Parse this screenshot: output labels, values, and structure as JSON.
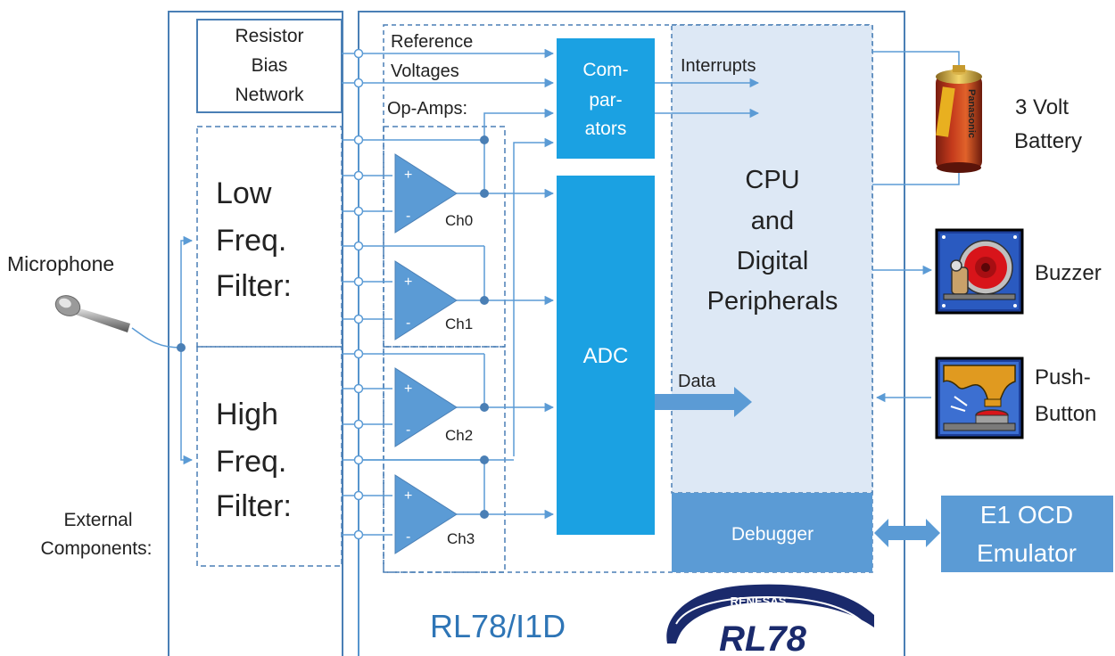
{
  "labels": {
    "microphone": "Microphone",
    "external_components": [
      "External",
      "Components:"
    ],
    "resistor_bias_network": [
      "Resistor",
      "Bias",
      "Network"
    ],
    "reference_voltages": [
      "Reference",
      "Voltages"
    ],
    "op_amps": "Op-Amps:",
    "comparators": [
      "Com-",
      "par-",
      "ators"
    ],
    "interrupts": "Interrupts",
    "low_freq_filter": [
      "Low",
      "Freq.",
      "Filter:"
    ],
    "high_freq_filter": [
      "High",
      "Freq.",
      "Filter:"
    ],
    "channels": [
      "Ch0",
      "Ch1",
      "Ch2",
      "Ch3"
    ],
    "opamp_plus": "+",
    "opamp_minus": "-",
    "adc": "ADC",
    "data": "Data",
    "cpu": [
      "CPU",
      "and",
      "Digital",
      "Peripherals"
    ],
    "debugger": "Debugger",
    "battery": [
      "3 Volt",
      "Battery"
    ],
    "buzzer": "Buzzer",
    "push_button": [
      "Push-",
      "Button"
    ],
    "emulator": [
      "E1 OCD",
      "Emulator"
    ],
    "chip_name": "RL78/I1D",
    "logo_brand": "RENESAS",
    "logo_product": "RL78",
    "battery_brand": "Panasonic"
  },
  "colors": {
    "line": "#5b9bd5",
    "frame": "#4a7fb5",
    "block_bright": "#1ba1e2",
    "block_mid": "#5b9bd5",
    "cpu_fill": "#dde8f5",
    "chip_text": "#2e75b6",
    "logo_navy": "#1a2a6c"
  }
}
